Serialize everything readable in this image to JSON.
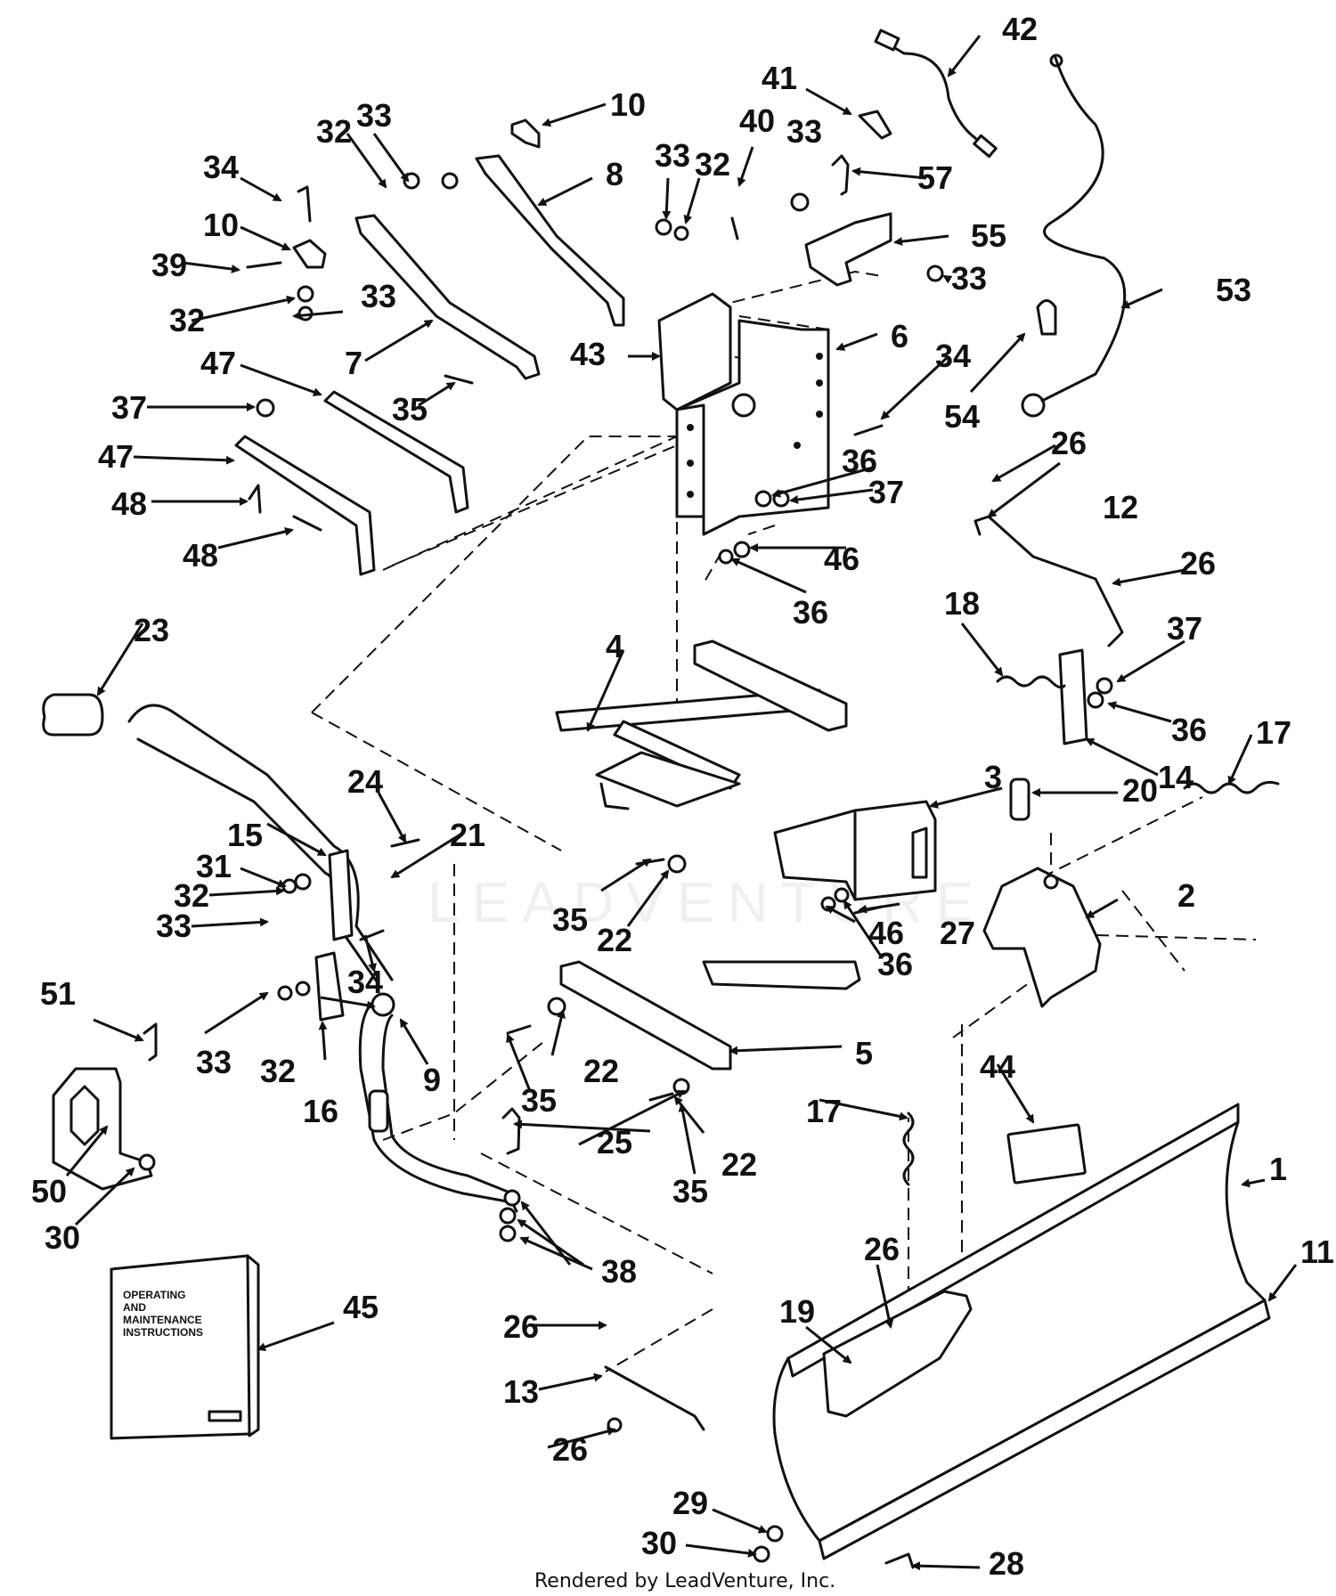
{
  "diagram": {
    "part_numbers": [
      "42",
      "41",
      "40",
      "33",
      "32",
      "34",
      "10",
      "8",
      "57",
      "55",
      "53",
      "39",
      "7",
      "43",
      "6",
      "47",
      "37",
      "35",
      "54",
      "36",
      "26",
      "12",
      "48",
      "46",
      "23",
      "18",
      "4",
      "24",
      "15",
      "21",
      "31",
      "3",
      "14",
      "20",
      "17",
      "2",
      "51",
      "27",
      "9",
      "16",
      "44",
      "50",
      "30",
      "5",
      "25",
      "22",
      "1",
      "38",
      "45",
      "13",
      "19",
      "11",
      "29",
      "28"
    ],
    "manual_title_lines": [
      "OPERATING",
      "AND",
      "MAINTENANCE",
      "INSTRUCTIONS"
    ],
    "watermark": "LEADVENTURE",
    "footer": "Rendered by LeadVenture, Inc."
  },
  "colors": {
    "line": "#111111",
    "background": "#ffffff"
  }
}
